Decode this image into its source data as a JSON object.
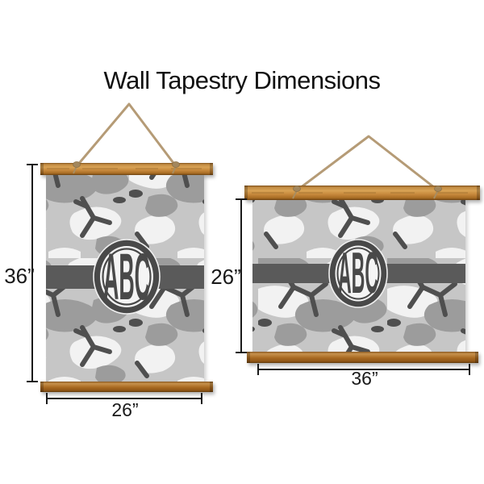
{
  "title": "Wall Tapestry Dimensions",
  "tapestries": {
    "portrait": {
      "monogram": "ABC",
      "height_label": "36”",
      "width_label": "26”"
    },
    "landscape": {
      "monogram": "ABC",
      "height_label": "26”",
      "width_label": "36”"
    }
  },
  "colors": {
    "background": "#ffffff",
    "wood_light": "#d9a355",
    "wood_dark": "#8a5a1e",
    "rope": "#b59b76",
    "band": "#5a5a5a",
    "monogram": "#484848",
    "camo_palette": [
      "#f2f2f2",
      "#c6c6c6",
      "#9c9c9c",
      "#4f4f4f"
    ],
    "dimension_line": "#1a1a1a"
  }
}
